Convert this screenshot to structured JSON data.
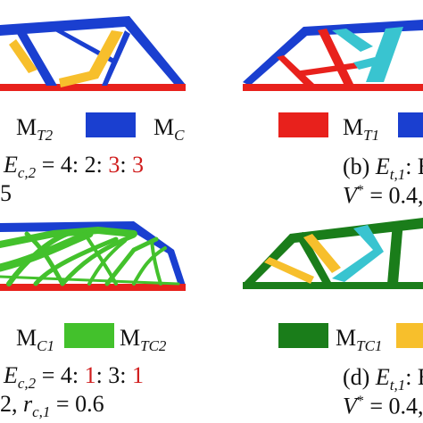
{
  "colors": {
    "blue": "#1a3fd0",
    "red": "#e8211c",
    "yellow": "#f7bf2c",
    "cyan": "#39c4d0",
    "light_green": "#43c12c",
    "dark_green": "#1a7d1a",
    "text": "#111111",
    "highlight": "#d01c1c"
  },
  "legends": {
    "top_left": [
      {
        "base": "M",
        "sub": "T2",
        "color": "blue"
      },
      {
        "base": "M",
        "sub": "C",
        "color": "blue"
      }
    ],
    "top_right": [
      {
        "base": "M",
        "sub": "T1",
        "color": "red"
      }
    ],
    "bottom_left": [
      {
        "base": "M",
        "sub": "C1",
        "color": "blue"
      },
      {
        "base": "M",
        "sub": "TC2",
        "color": "light_green"
      }
    ],
    "bottom_right": [
      {
        "base": "M",
        "sub": "TC1",
        "color": "dark_green"
      }
    ]
  },
  "captions": {
    "a_line1": {
      "lhs": "E",
      "lhs_sub": "c,2",
      "eq": " = 4: 2: ",
      "r1": "3",
      "sep": ": ",
      "r2": "3"
    },
    "a_line2": "5",
    "b_line1": {
      "label": "(b) ",
      "lhs": "E",
      "lhs_sub": "t,1",
      "rest": ": E"
    },
    "b_line2": {
      "lhs": "V",
      "sup": "*",
      "rest": " = 0.4,"
    },
    "c_line1": {
      "lhs": "E",
      "lhs_sub": "c,2",
      "eq": " = 4: ",
      "r1": "1",
      "mid": ": 3: ",
      "r2": "1"
    },
    "c_line2": {
      "pre": "2, ",
      "lhs": "r",
      "lhs_sub": "c,1",
      "rest": " = 0.6"
    },
    "d_line1": {
      "label": "(d) ",
      "lhs": "E",
      "lhs_sub": "t,1",
      "rest": ": E"
    },
    "d_line2": {
      "lhs": "V",
      "sup": "*",
      "rest": " = 0.4,"
    }
  }
}
